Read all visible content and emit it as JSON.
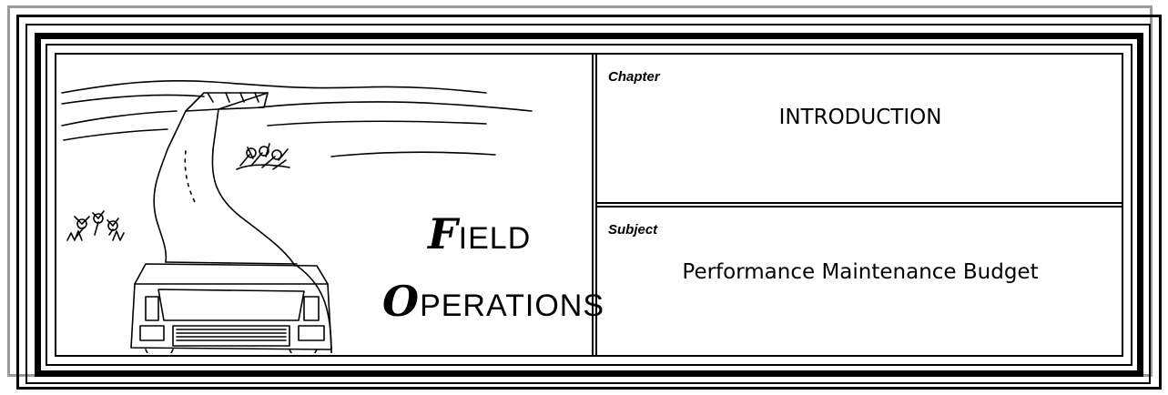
{
  "logo": {
    "line1_initial": "F",
    "line1_rest": "IELD",
    "line2_initial": "O",
    "line2_rest": "PERATIONS"
  },
  "chapter": {
    "label": "Chapter",
    "value": "INTRODUCTION"
  },
  "subject": {
    "label": "Subject",
    "value": "Performance Maintenance Budget"
  }
}
